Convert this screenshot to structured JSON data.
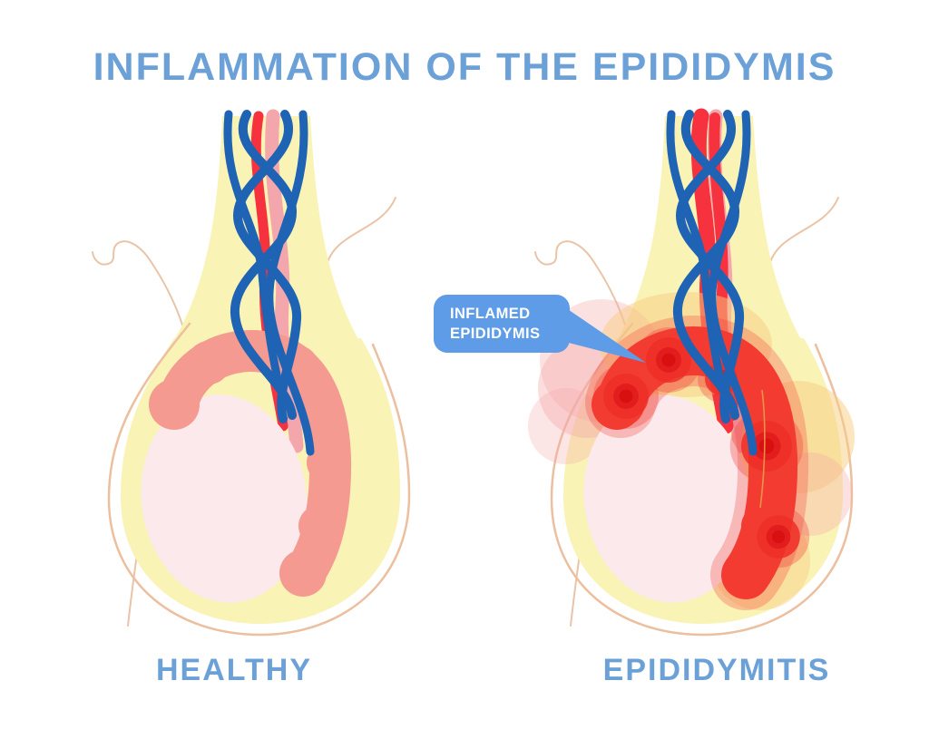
{
  "title": "INFLAMMATION OF THE EPIDIDYMIS",
  "figures": {
    "left": {
      "label": "HEALTHY"
    },
    "right": {
      "label": "EPIDIDYMITIS"
    }
  },
  "callout": {
    "line1": "INFLAMED",
    "line2": "EPIDIDYMIS"
  },
  "colors": {
    "background": "#ffffff",
    "title_text": "#6ca1d8",
    "label_text": "#6ca1d8",
    "callout_bg": "#5e9ce8",
    "callout_text": "#ffffff",
    "sheath_yellow": "#f9f3b6",
    "sac_outline": "#ecbf9f",
    "body_contour": "#e9c4a8",
    "testis": "#fbe9ec",
    "epididymis_healthy": "#f49a90",
    "epididymis_inflamed": "#f43b31",
    "inflammation_core": "#d81010",
    "vein_blue": "#1e63b4",
    "artery_red": "#f5323e",
    "duct_pink": "#f3a7ad",
    "glow_orange": "#f8cd82",
    "glow_pink": "#f6aaaa"
  }
}
